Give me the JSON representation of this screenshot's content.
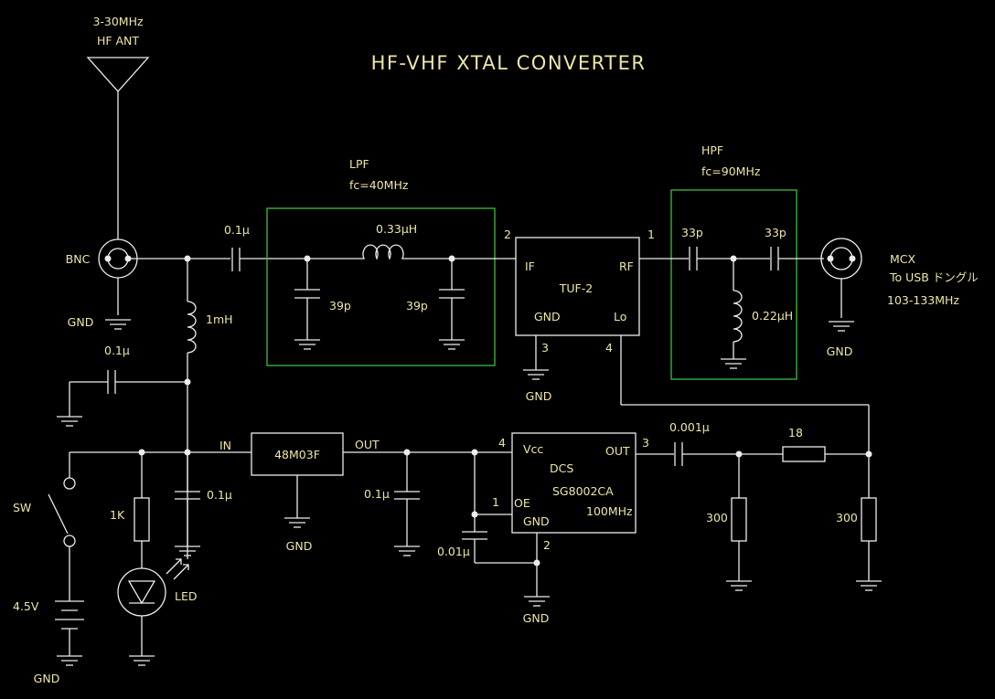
{
  "title": "HF-VHF XTAL CONVERTER",
  "antenna": {
    "range": "3-30MHz",
    "name": "HF ANT"
  },
  "connectors": {
    "bnc": "BNC",
    "mcx": "MCX",
    "mcx_note": "To USB ドングル",
    "mcx_freq": "103-133MHz"
  },
  "gnd": "GND",
  "lpf": {
    "label": "LPF",
    "fc": "fc=40MHz",
    "l": "0.33µH",
    "c1": "39p",
    "c2": "39p"
  },
  "hpf": {
    "label": "HPF",
    "fc": "fc=90MHz",
    "c1": "33p",
    "c2": "33p",
    "l": "0.22µH"
  },
  "components": {
    "c_in": "0.1µ",
    "choke": "1mH",
    "c_bypass": "0.1µ",
    "c_reg_in": "0.1µ",
    "c_reg_out": "0.1µ",
    "c_osc": "0.01µ",
    "c_out": "0.001µ",
    "r_series": "18",
    "r_shunt1": "300",
    "r_shunt2": "300",
    "r_led": "1K",
    "led": "LED",
    "switch": "SW",
    "battery": "4.5V"
  },
  "mixer": {
    "name": "TUF-2",
    "if": "IF",
    "rf": "RF",
    "gnd": "GND",
    "lo": "Lo",
    "pin_if": "2",
    "pin_rf": "1",
    "pin_gnd": "3",
    "pin_lo": "4"
  },
  "regulator": {
    "name": "48M03F",
    "in": "IN",
    "out": "OUT"
  },
  "oscillator": {
    "vcc": "Vcc",
    "out": "OUT",
    "oe": "OE",
    "gnd": "GND",
    "brand": "DCS",
    "part": "SG8002CA",
    "freq": "100MHz",
    "pin_vcc": "4",
    "pin_out": "3",
    "pin_oe": "1",
    "pin_gnd": "2"
  }
}
